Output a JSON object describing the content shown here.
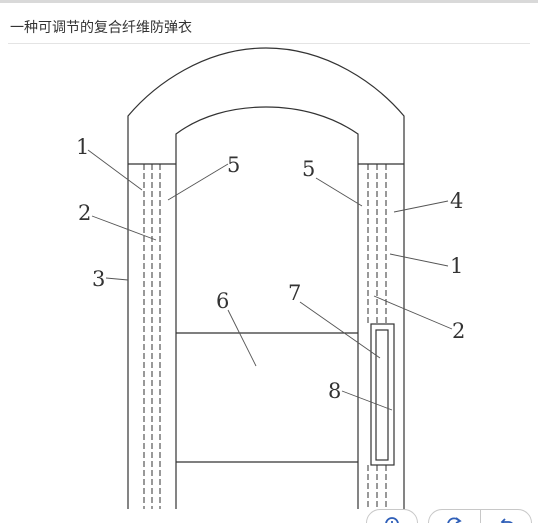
{
  "document": {
    "title": "一种可调节的复合纤维防弹衣"
  },
  "figure": {
    "labels": [
      {
        "id": "left-1",
        "text": "1"
      },
      {
        "id": "left-5",
        "text": "5"
      },
      {
        "id": "left-2",
        "text": "2"
      },
      {
        "id": "left-3",
        "text": "3"
      },
      {
        "id": "right-5",
        "text": "5"
      },
      {
        "id": "right-4",
        "text": "4"
      },
      {
        "id": "right-1",
        "text": "1"
      },
      {
        "id": "center-6",
        "text": "6"
      },
      {
        "id": "center-7",
        "text": "7"
      },
      {
        "id": "right-2",
        "text": "2"
      },
      {
        "id": "center-8",
        "text": "8"
      }
    ]
  },
  "viewer_controls": {
    "buttons": [
      {
        "name": "zoom-button",
        "icon": "zoom-icon"
      },
      {
        "name": "rotate-right-button",
        "icon": "rotate-right-icon"
      },
      {
        "name": "undo-button",
        "icon": "undo-icon"
      }
    ]
  }
}
